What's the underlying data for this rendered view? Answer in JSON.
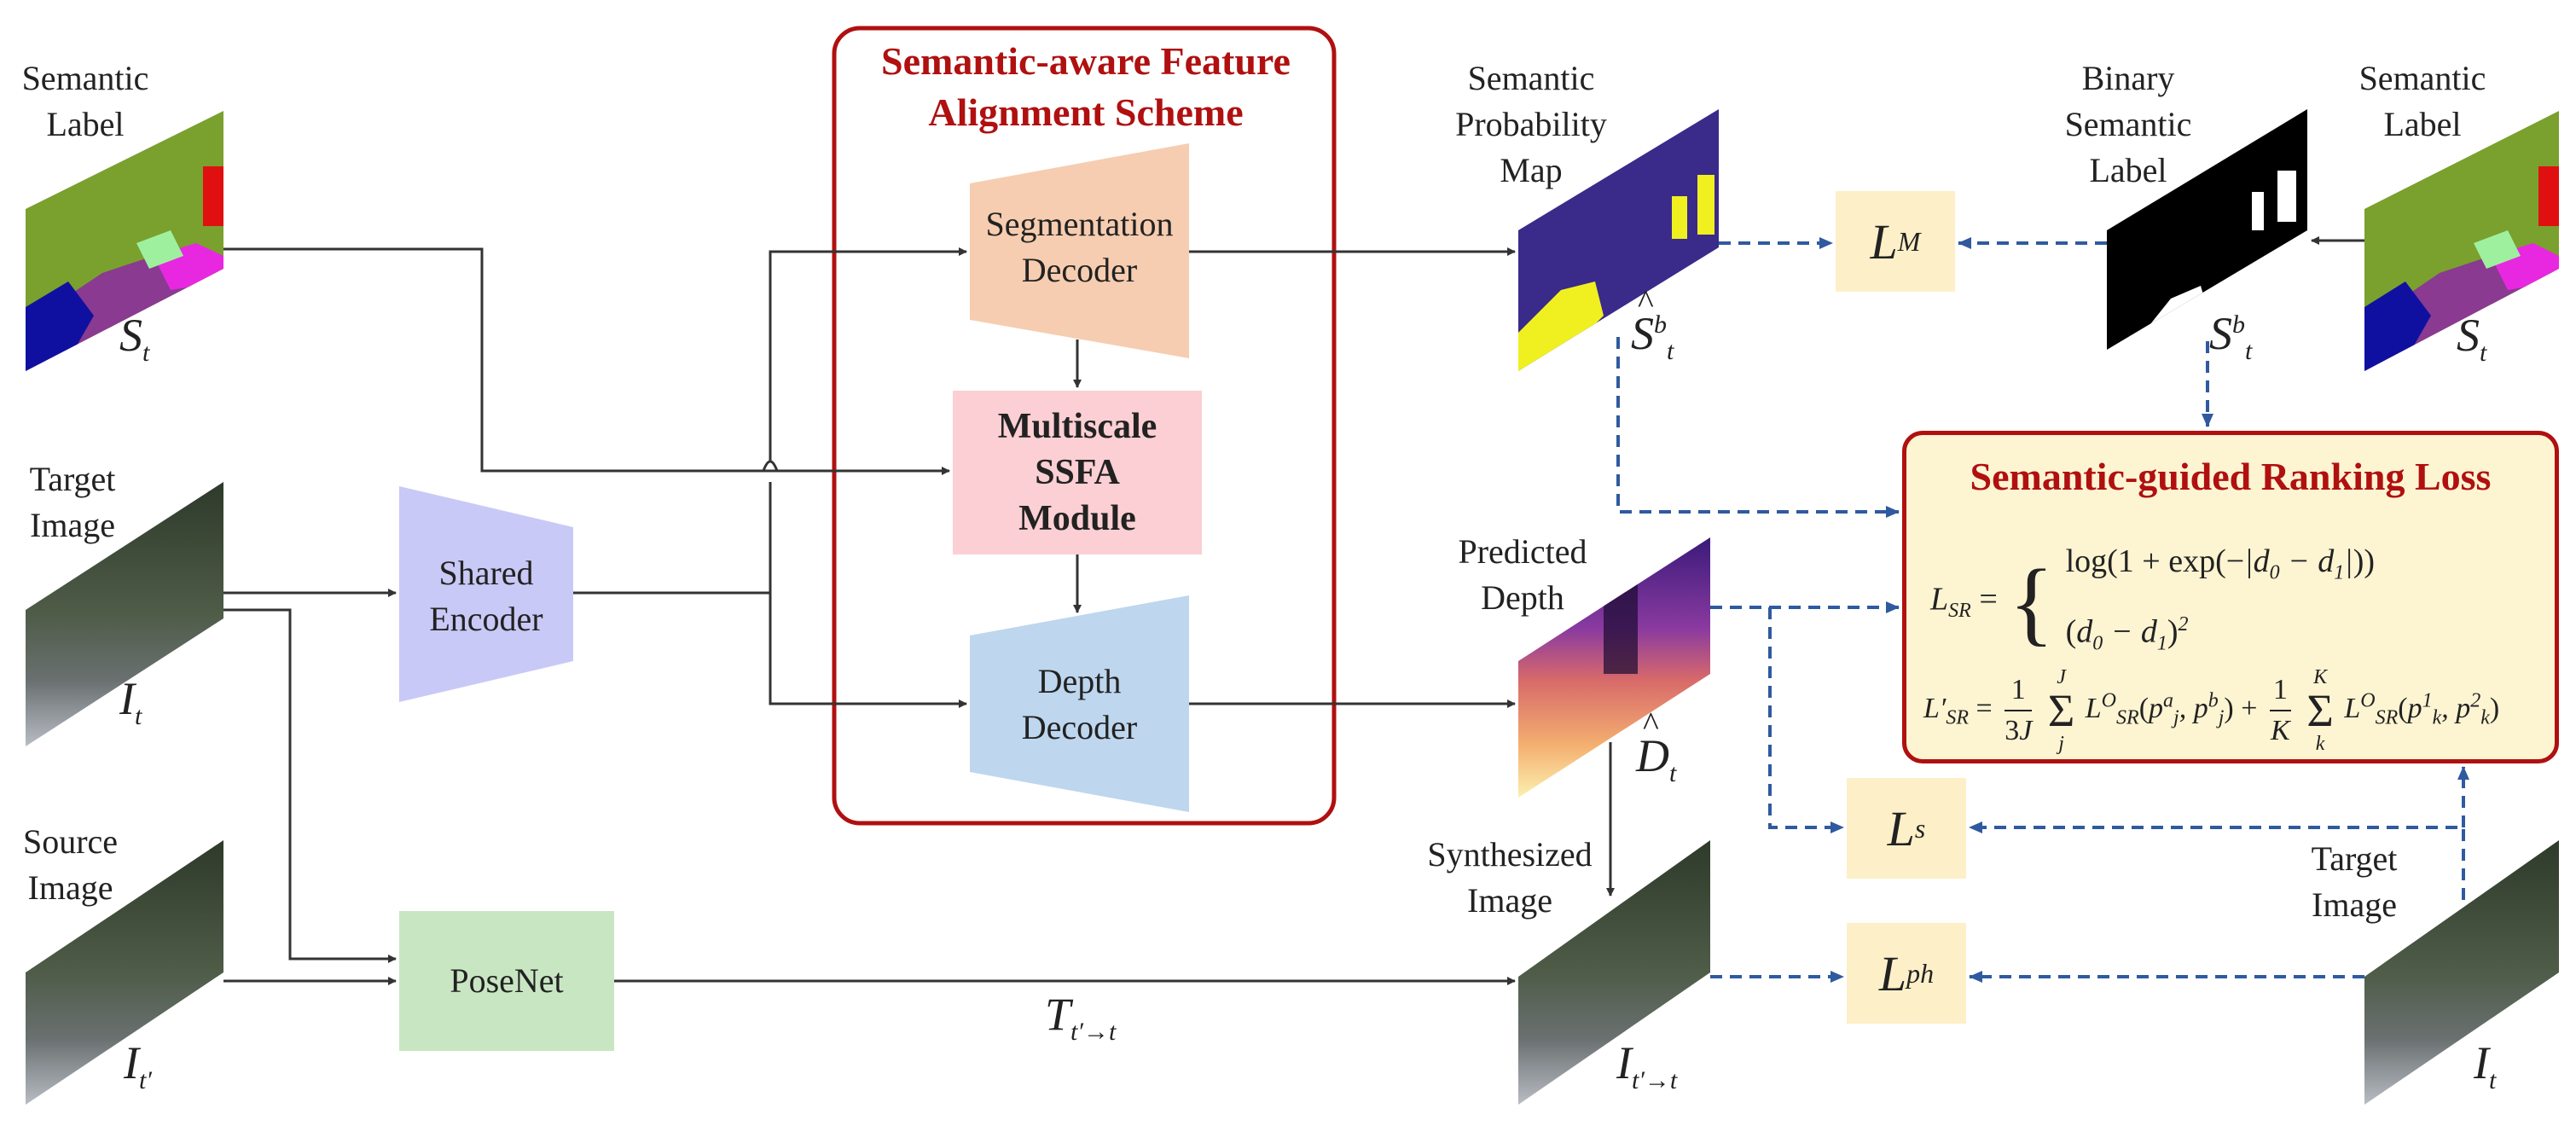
{
  "labels": {
    "semantic_label_left": [
      "Semantic",
      "Label"
    ],
    "target_image_left": [
      "Target",
      "Image"
    ],
    "source_image_left": [
      "Source",
      "Image"
    ],
    "semantic_prob_map": [
      "Semantic",
      "Probability",
      "Map"
    ],
    "binary_semantic_label": [
      "Binary",
      "Semantic",
      "Label"
    ],
    "semantic_label_right": [
      "Semantic",
      "Label"
    ],
    "predicted_depth": [
      "Predicted",
      "Depth"
    ],
    "synthesized_image": [
      "Synthesized",
      "Image"
    ],
    "target_image_right": [
      "Target",
      "Image"
    ]
  },
  "blocks": {
    "shared_encoder": [
      "Shared",
      "Encoder"
    ],
    "posenet": "PoseNet",
    "segmentation_decoder": [
      "Segmentation",
      "Decoder"
    ],
    "ssfa_module": [
      "Multiscale",
      "SSFA",
      "Module"
    ],
    "depth_decoder": [
      "Depth",
      "Decoder"
    ]
  },
  "scheme": {
    "title": [
      "Semantic-aware Feature",
      "Alignment Scheme"
    ]
  },
  "ranking": {
    "title": "Semantic-guided Ranking Loss"
  },
  "symbols": {
    "S": "S",
    "I": "I",
    "D": "D",
    "T": "T",
    "L": "L",
    "sub_t": "t",
    "sub_tprime": "t′",
    "sub_tprime_to_t": "t′→t",
    "sup_b": "b",
    "sub_M": "M",
    "sub_s": "s",
    "sub_ph": "ph"
  },
  "colors": {
    "scheme_border": "#b01010",
    "encoder": "#c9c9f7",
    "segmentation_decoder": "#f6cdb0",
    "ssfa": "#fbcfd3",
    "depth_decoder": "#bed6ee",
    "posenet": "#c9e6c3",
    "loss_box": "#fdf0c8",
    "dashed_arrow": "#2f5aa0",
    "solid_arrow": "#333333"
  }
}
